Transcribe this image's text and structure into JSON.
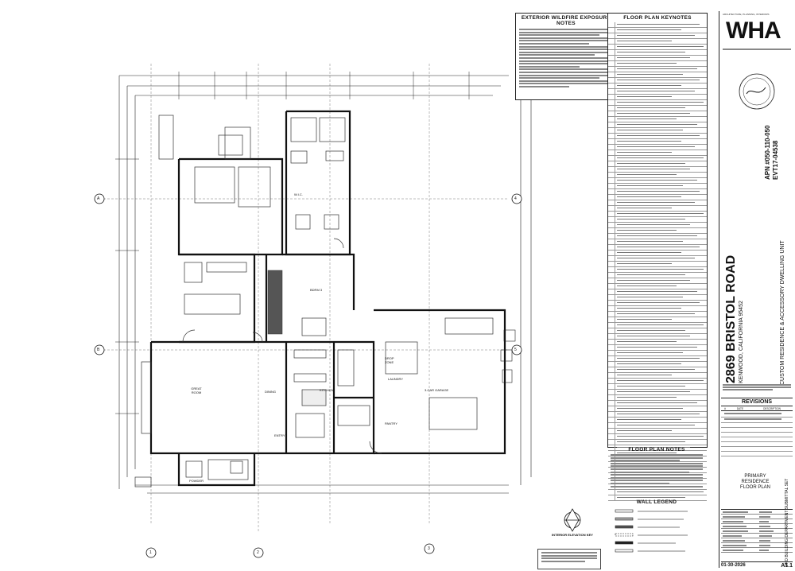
{
  "firm": {
    "logo": "WHA",
    "tagline": "ARCHITECTURE, PLANNING, INTERIORS"
  },
  "project": {
    "address": "2869 BRISTOL ROAD",
    "city": "KENWOOD, CALIFORNIA 95452",
    "description": "CUSTOM RESIDENCE & ACCESSORY DWELLING UNIT",
    "apn": "APN #050-110-050",
    "permit": "EVT17-04538"
  },
  "sheet": {
    "title_lines": [
      "PRIMARY",
      "RESIDENCE",
      "FLOOR PLAN"
    ],
    "number": "A1.1",
    "date": "01-30-2026",
    "submittal": "2ND BUILDING DEPARTMENT SUBMITTAL SET"
  },
  "revisions": {
    "title": "REVISIONS",
    "headers": [
      "#",
      "DATE",
      "DESCRIPTION"
    ]
  },
  "panels": {
    "exterior_notes": "EXTERIOR WILDFIRE EXPOSURE NOTES",
    "keynotes": "FLOOR PLAN KEYNOTES",
    "floor_notes": "FLOOR PLAN NOTES",
    "wall_legend": "WALL LEGEND",
    "elevation_key": "INTERIOR ELEVATION KEY"
  },
  "rooms": {
    "great_room": "GREAT ROOM",
    "dining": "DINING",
    "kitchen": "KITCHEN",
    "laundry": "LAUNDRY",
    "pantry": "PANTRY",
    "garage": "3-CAR GARAGE",
    "drop_zone": "DROP ZONE",
    "bdrm3": "BDRM 3",
    "wic": "W.I.C.",
    "entry": "ENTRY",
    "powder": "POWDER"
  },
  "grid": {
    "bubbles": [
      "A",
      "B",
      "1",
      "2",
      "3",
      "4",
      "5"
    ]
  }
}
